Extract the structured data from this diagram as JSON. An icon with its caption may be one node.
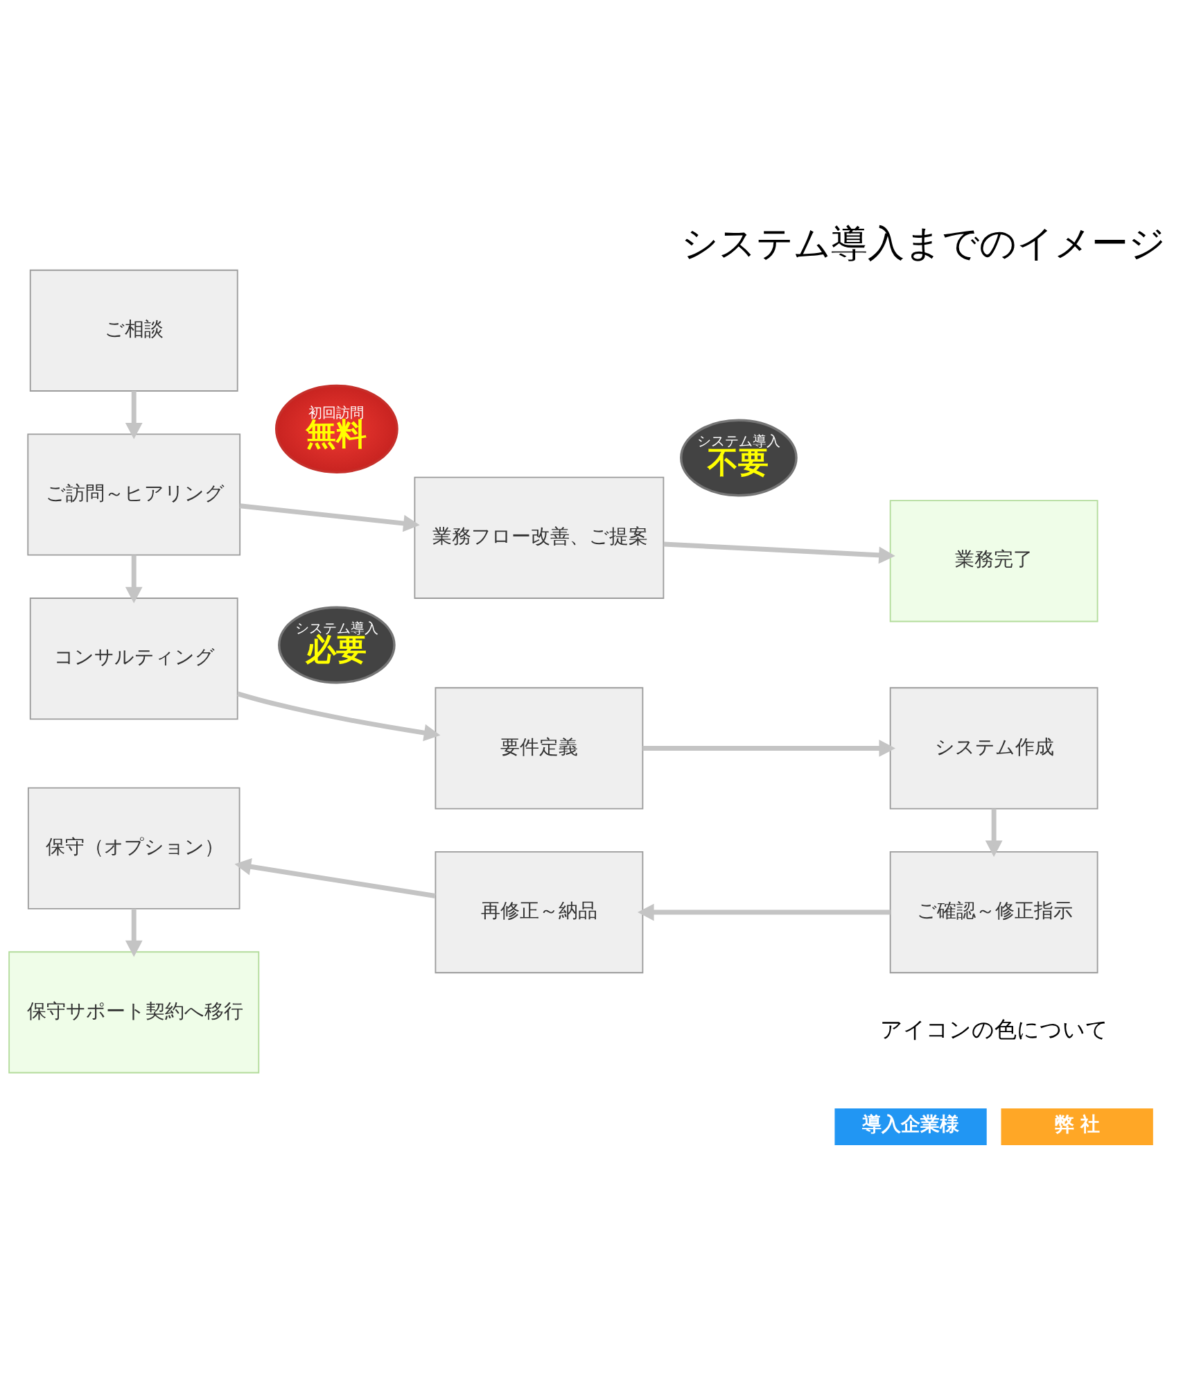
{
  "diagram": {
    "title": "システム導入までのイメージ",
    "nodes": [
      {
        "text": [
          "ご相談"
        ]
      },
      {
        "text": [
          "ご訪問～ヒアリング"
        ]
      },
      {
        "text": [
          "初回訪問",
          "無料"
        ]
      },
      {
        "text": [
          "業務フロー改善、ご提案"
        ]
      },
      {
        "text": [
          "システム導入",
          "不要"
        ]
      },
      {
        "text": [
          "業務完了"
        ]
      },
      {
        "text": [
          "コンサルティング"
        ]
      },
      {
        "text": [
          "システム導入",
          "必要"
        ]
      },
      {
        "text": [
          "要件定義"
        ]
      },
      {
        "text": [
          "システム作成"
        ]
      },
      {
        "text": [
          "ご確認～修正指示"
        ]
      },
      {
        "text": [
          "再修正～納品"
        ]
      },
      {
        "text": [
          "保守（オプション）"
        ]
      },
      {
        "text": [
          "保守サポート契約へ移行"
        ]
      }
    ],
    "edges": [
      {
        "from": 0,
        "to": 1,
        "arrow": "to"
      },
      {
        "from": 1,
        "to": 3,
        "arrow": "to"
      },
      {
        "from": 3,
        "to": 5,
        "arrow": "to"
      },
      {
        "from": 1,
        "to": 6,
        "arrow": "to"
      },
      {
        "from": 6,
        "to": 8,
        "arrow": "to"
      },
      {
        "from": 8,
        "to": 9,
        "arrow": "to"
      },
      {
        "from": 9,
        "to": 10,
        "arrow": "to"
      },
      {
        "from": 10,
        "to": 11,
        "arrow": "to"
      },
      {
        "from": 11,
        "to": 12,
        "arrow": "to"
      },
      {
        "from": 12,
        "to": 13,
        "arrow": "to"
      }
    ],
    "labels": [
      "アイコンの色について"
    ],
    "legend": [
      {
        "text": "導入企業様",
        "color": "#2196f3"
      },
      {
        "text": "弊 社",
        "color": "#ffa726"
      }
    ]
  }
}
